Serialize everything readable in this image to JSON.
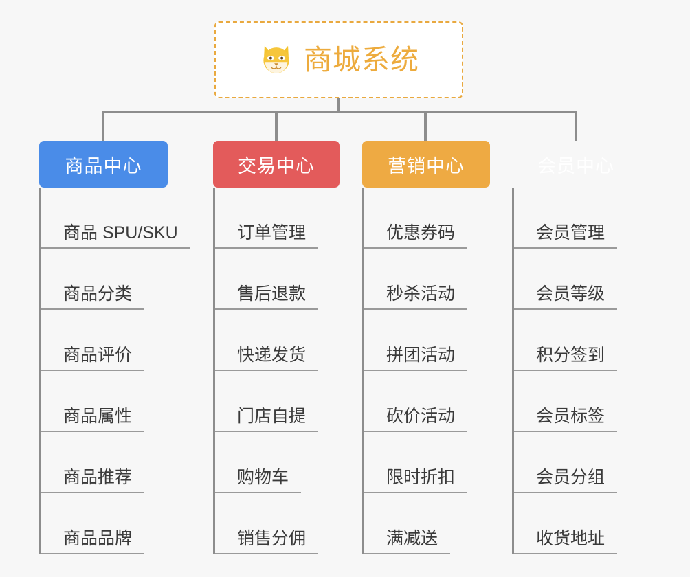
{
  "page": {
    "background_color": "#f7f7f7",
    "type": "mind-map"
  },
  "root": {
    "title": "商城系统",
    "icon": "shiba-dog-face-icon",
    "text_color": "#edab3d",
    "border_color": "#e9a93f",
    "background_color": "#ffffff"
  },
  "connector": {
    "color": "#8d8d8d"
  },
  "branches": [
    {
      "label": "商品中心",
      "color": "#4a8ce8",
      "items": [
        "商品 SPU/SKU",
        "商品分类",
        "商品评价",
        "商品属性",
        "商品推荐",
        "商品品牌"
      ]
    },
    {
      "label": "交易中心",
      "color": "#e35b5b",
      "items": [
        "订单管理",
        "售后退款",
        "快递发货",
        "门店自提",
        "购物车",
        "销售分佣"
      ]
    },
    {
      "label": "营销中心",
      "color": "#eeaa43",
      "items": [
        "优惠券码",
        "秒杀活动",
        "拼团活动",
        "砍价活动",
        "限时折扣",
        "满减送"
      ]
    },
    {
      "label": "会员中心",
      "color": "#79c council",
      "items": [
        "会员管理",
        "会员等级",
        "积分签到",
        "会员标签",
        "会员分组",
        "收货地址"
      ]
    }
  ]
}
